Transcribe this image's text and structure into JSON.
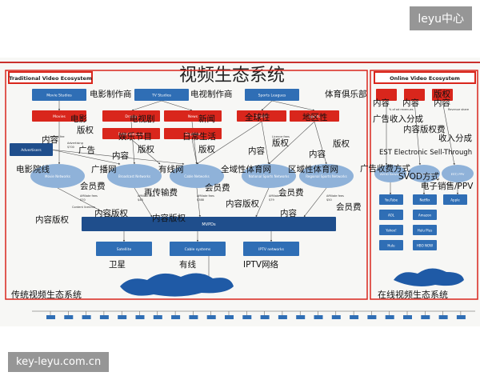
{
  "title": "视频生态系统",
  "traditional": {
    "header": "Traditional Video Ecosystem",
    "footer": "传统视频生态系统",
    "studios": [
      {
        "en": "Movie Studios",
        "cn": "电影制作商"
      },
      {
        "en": "TV Studios",
        "cn": "电视制作商"
      },
      {
        "en": "Sports Leagues",
        "cn": "体育俱乐部"
      }
    ],
    "content": [
      {
        "en": "Movies",
        "cn": "电影"
      },
      {
        "en": "Drama",
        "cn": "电视剧"
      },
      {
        "en": "News",
        "cn": "新闻"
      },
      {
        "en": "Sports",
        "cn": "全球性"
      },
      {
        "en": "Sports",
        "cn": "地区性"
      },
      {
        "en": "Entertainment",
        "cn": "娱乐节目"
      },
      {
        "en": "Daytime",
        "cn": "日常生活"
      }
    ],
    "advertisers": {
      "en": "Advertisers",
      "cn": "广告"
    },
    "networks": [
      {
        "en": "Movie Networks",
        "cn": "电影院线"
      },
      {
        "en": "Broadcast Networks",
        "cn": "广播网"
      },
      {
        "en": "Cable Networks",
        "cn": "有线网"
      },
      {
        "en": "National Sports Networks",
        "cn": "全域性体育网"
      },
      {
        "en": "Regional Sports Networks",
        "cn": "区域性体育网"
      }
    ],
    "mvpd": "MVPDs",
    "distribution": [
      {
        "en": "Satellite",
        "cn": "卫星"
      },
      {
        "en": "Cable systems",
        "cn": "有线"
      },
      {
        "en": "IPTV networks",
        "cn": "IPTV网络"
      }
    ],
    "annotations": {
      "content_fee": "Content fee",
      "content_licences": "Content licences",
      "licence_fees": "Licence fees",
      "affiliate_fees": "Affiliate fees",
      "advertising": "Advertising",
      "ad_amount": "$700",
      "fees": [
        "$70",
        "$48",
        "$388",
        "$79",
        "$50"
      ]
    },
    "labels_cn": {
      "neirong": "内容",
      "banquan": "版权",
      "neirong_banquan": "内容版权",
      "huiyuanfei": "会员费",
      "zaichuan_shouquan": "再传输费",
      "guanggao": "广告"
    }
  },
  "online": {
    "header": "Online Video Ecosystem",
    "footer": "在线视频生态系统",
    "boxes": [
      "YouTube",
      "Netflix",
      "AOL",
      "Amazon",
      "Yahoo!",
      "Hulu Plus",
      "Hulu",
      "HBO NOW",
      "Apple"
    ],
    "services": [
      {
        "en": "AVOD Service"
      },
      {
        "en": "SVOD Service"
      },
      {
        "en": "EST/ PPV"
      }
    ],
    "labels_cn": {
      "neirong": "内容",
      "banquan": "版权",
      "guanggao_fencheng": "广告收入分成",
      "neirong_banquanfei": "内容版权费",
      "shouru_fencheng": "收入分成",
      "est": "EST Electronic Sell-Through",
      "guanggao_fangshi": "广告收费方式",
      "svod_fangshi": "SVOD方式",
      "dianzi": "电子销售/PPV"
    },
    "annotations": {
      "ad_rev_share": "% of ad revenues",
      "content_fee": "Content fee",
      "revenue_share": "Revenue share"
    }
  },
  "watermarks": {
    "top": "leyu中心",
    "bottom": "key-leyu.com.cn"
  },
  "colors": {
    "blue": "#2f6eb5",
    "blue_dark": "#1f4e8c",
    "red": "#d9261c",
    "frame_red": "#d9261c",
    "ellipse": "#8fb2d9",
    "cloud": "#1f5aa6"
  }
}
